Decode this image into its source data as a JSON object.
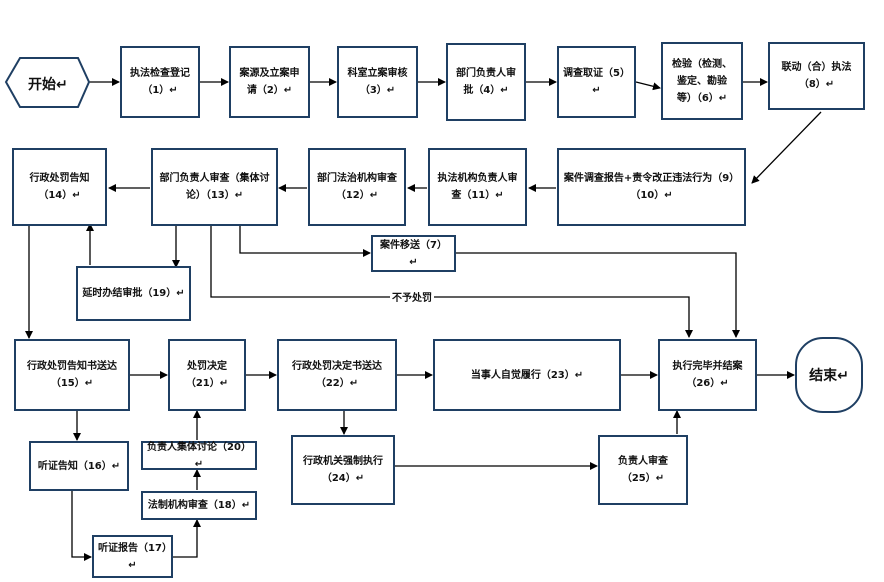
{
  "start": "开始↵",
  "end": "结束↵",
  "no_penalty_label": "不予处罚",
  "steps": {
    "s1": "执法检查登记\n（1）↵",
    "s2": "案源及立案申\n请（2）↵",
    "s3": "科室立案审核\n（3）↵",
    "s4": "部门负责人审\n批（4）↵",
    "s5": "调查取证（5）↵",
    "s6": "检验（检测、\n鉴定、勘验\n等）（6）↵",
    "s8": "联动（合）执法（8）↵",
    "s9": "案件调查报告+责令改正违法行为（9）\n（10）↵",
    "s11": "执法机构负责人审\n查（11）↵",
    "s12": "部门法治机构审查\n（12）↵",
    "s13": "部门负责人审查（集体讨\n论）（13）↵",
    "s14": "行政处罚告知\n（14）↵",
    "s7": "案件移送（7）↵",
    "s19": "延时办结审批（19）↵",
    "s15": "行政处罚告知书送达\n（15）↵",
    "s21": "处罚决定\n（21）↵",
    "s22": "行政处罚决定书送达\n（22）↵",
    "s23": "当事人自觉履行（23）↵",
    "s26": "执行完毕并结案\n（26）↵",
    "s16": "听证告知（16）↵",
    "s20": "负责人集体讨论（20）↵",
    "s18": "法制机构审查（18）↵",
    "s17": "听证报告（17）↵",
    "s24": "行政机关强制执行\n（24）↵",
    "s25": "负责人审查（25）↵"
  },
  "colors": {
    "border": "#1F3F63",
    "line": "#000000"
  }
}
